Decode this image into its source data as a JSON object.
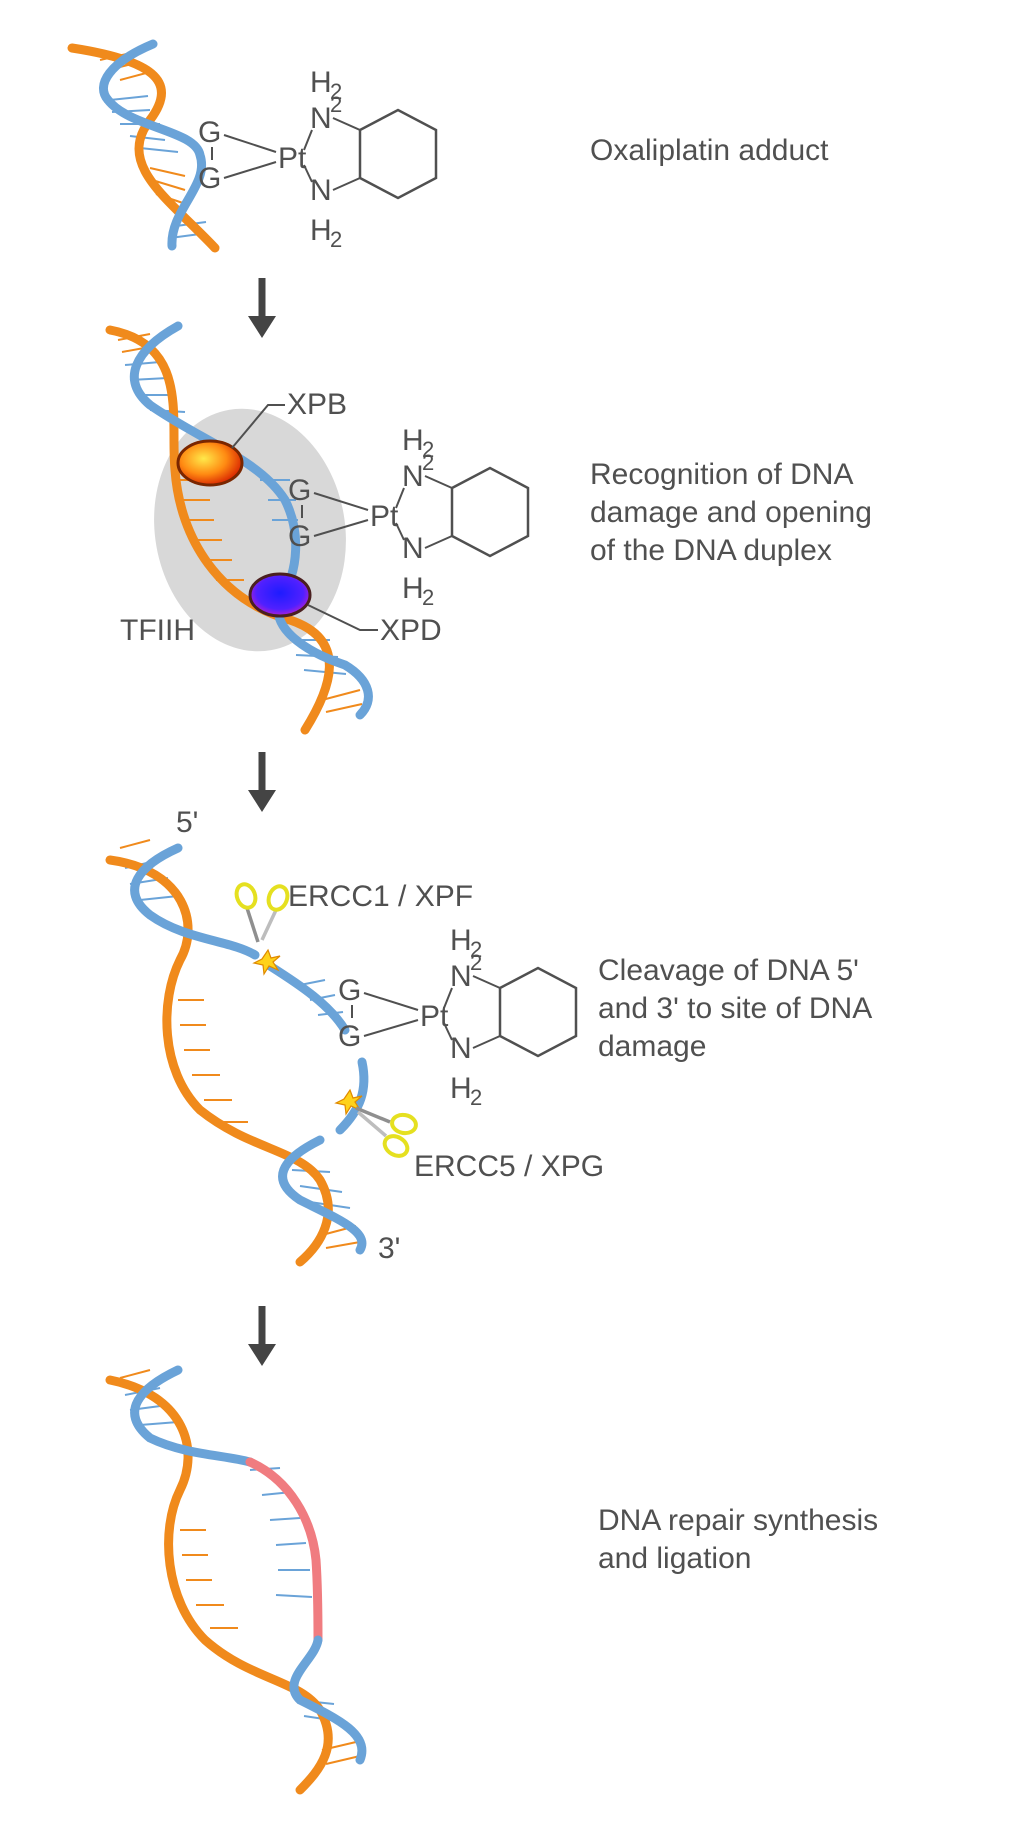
{
  "steps": [
    {
      "caption": [
        "Oxaliplatin adduct"
      ]
    },
    {
      "caption": [
        "Recognition of DNA",
        "damage and opening",
        "of the DNA duplex"
      ],
      "labels": {
        "xpb": "XPB",
        "xpd": "XPD",
        "tfiih": "TFIIH"
      }
    },
    {
      "caption": [
        "Cleavage of DNA 5'",
        "and 3' to site of DNA",
        "damage"
      ],
      "labels": {
        "five_prime": "5'",
        "three_prime": "3'",
        "ercc1": "ERCC1 / XPF",
        "ercc5": "ERCC5 / XPG"
      }
    },
    {
      "caption": [
        "DNA repair synthesis",
        "and ligation"
      ]
    }
  ],
  "chem": {
    "G": "G",
    "Pt": "Pt",
    "N": "N",
    "H": "H",
    "sub": "2"
  },
  "colors": {
    "strand_orange": "#f08a1c",
    "strand_blue": "#6aa3d8",
    "repair_pink": "#f07c80",
    "arrow": "#444444",
    "tfiih_shadow": "#d8d8d8"
  },
  "icons": [
    "down-arrow-icon",
    "scissors-icon",
    "cleavage-spark-icon"
  ]
}
